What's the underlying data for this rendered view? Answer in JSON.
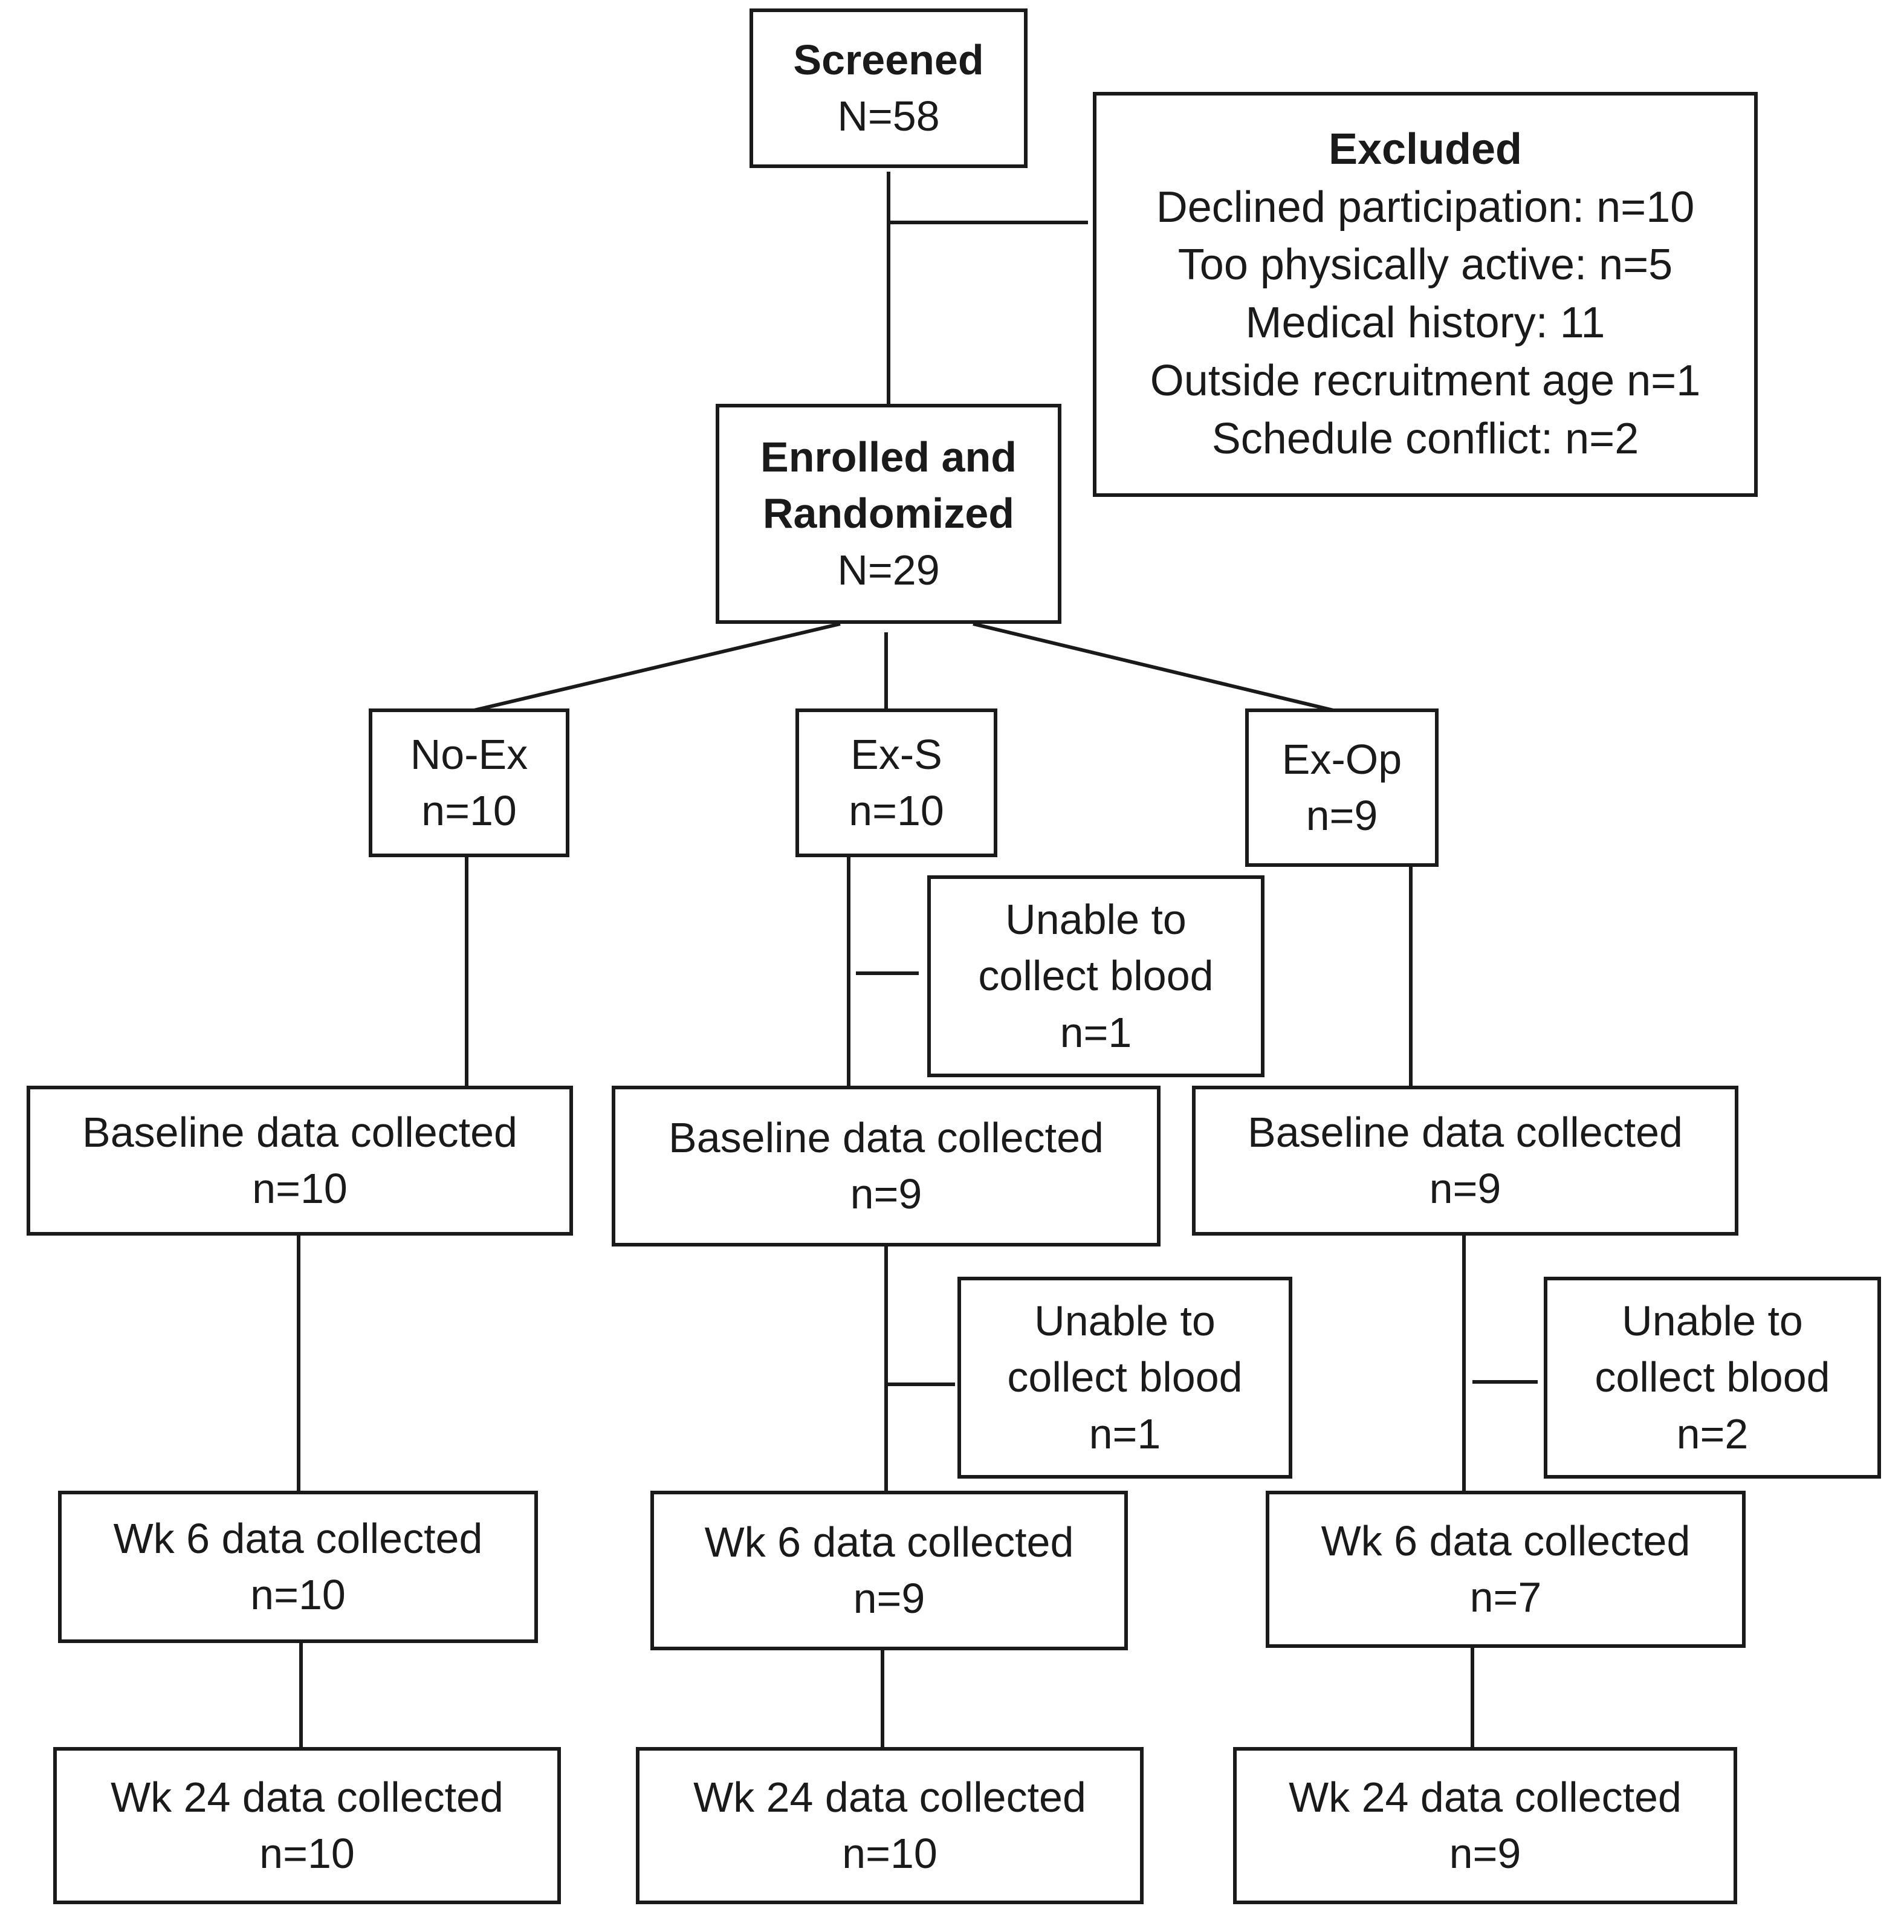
{
  "screened": {
    "title": "Screened",
    "n": "N=58"
  },
  "excluded": {
    "title": "Excluded",
    "reasons": [
      "Declined participation: n=10",
      "Too physically active: n=5",
      "Medical history: 11",
      "Outside recruitment age n=1",
      "Schedule conflict: n=2"
    ]
  },
  "enrolled": {
    "line1": "Enrolled and",
    "line2": "Randomized",
    "n": "N=29"
  },
  "groups": [
    {
      "name": "No-Ex",
      "n": "n=10",
      "baseline": {
        "label": "Baseline data collected",
        "n": "n=10"
      },
      "wk6": {
        "label": "Wk 6 data collected",
        "n": "n=10"
      },
      "wk24": {
        "label": "Wk 24 data collected",
        "n": "n=10"
      }
    },
    {
      "name": "Ex-S",
      "n": "n=10",
      "loss1": {
        "line1": "Unable to",
        "line2": "collect blood",
        "n": "n=1"
      },
      "baseline": {
        "label": "Baseline data collected",
        "n": "n=9"
      },
      "loss2": {
        "line1": "Unable to",
        "line2": "collect blood",
        "n": "n=1"
      },
      "wk6": {
        "label": "Wk 6 data collected",
        "n": "n=9"
      },
      "wk24": {
        "label": "Wk 24 data collected",
        "n": "n=10"
      }
    },
    {
      "name": "Ex-Op",
      "n": "n=9",
      "baseline": {
        "label": "Baseline data collected",
        "n": "n=9"
      },
      "loss2": {
        "line1": "Unable to",
        "line2": "collect blood",
        "n": "n=2"
      },
      "wk6": {
        "label": "Wk 6 data collected",
        "n": "n=7"
      },
      "wk24": {
        "label": "Wk 24 data collected",
        "n": "n=9"
      }
    }
  ]
}
